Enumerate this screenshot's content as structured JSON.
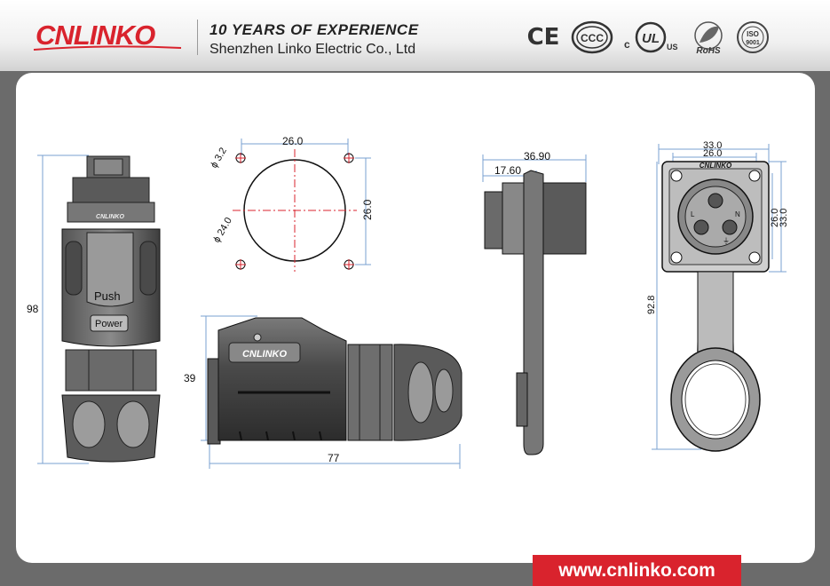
{
  "header": {
    "brand": "CNLINKO",
    "tagline": "10 YEARS OF  EXPERIENCE",
    "company": "Shenzhen Linko Electric Co., Ltd",
    "certifications": [
      {
        "name": "ce-mark-icon",
        "label": "CE"
      },
      {
        "name": "ccc-mark-icon",
        "label": "CCC"
      },
      {
        "name": "cul-mark-icon",
        "label": "UL"
      },
      {
        "name": "rohs-mark-icon",
        "label": "RoHS"
      },
      {
        "name": "iso-mark-icon",
        "label": "ISO"
      }
    ]
  },
  "drawing": {
    "plug": {
      "height": "98",
      "push_label": "Push",
      "power_label": "Power",
      "logo": "CNLINKO"
    },
    "panel_cutout": {
      "width": "26.0",
      "height": "26.0",
      "hole_diameter": "ϕ 3.2",
      "circle_diameter": "ϕ 24.0"
    },
    "plug_side": {
      "height": "39",
      "length": "77",
      "logo": "CNLINKO"
    },
    "receptacle_side": {
      "depth_total": "36.90",
      "depth_front": "17.60"
    },
    "receptacle_front": {
      "outer_width": "33.0",
      "inner_width": "26.0",
      "inner_height": "26.0",
      "outer_height": "33.0",
      "total_length": "92.8",
      "logo": "CNLINKO",
      "pin_labels": [
        "L",
        "N",
        "⏚"
      ]
    }
  },
  "footer": {
    "url": "www.cnlinko.com"
  }
}
